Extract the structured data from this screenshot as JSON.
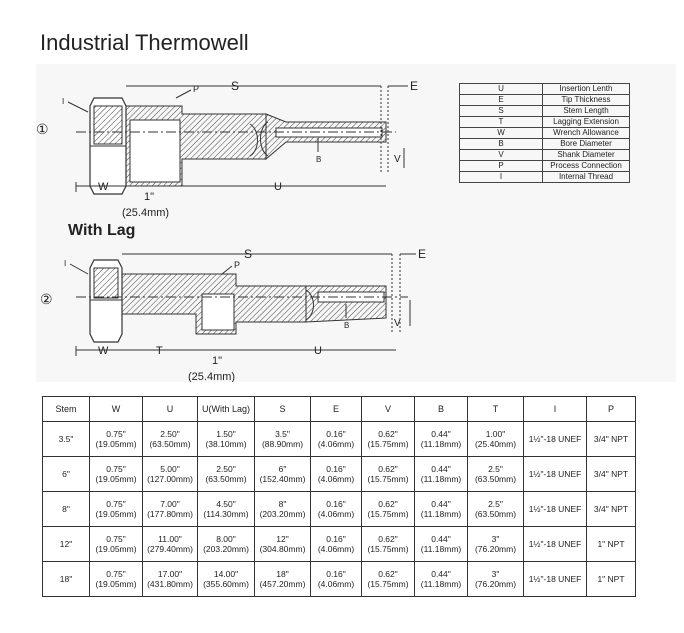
{
  "page": {
    "title": "Industrial Thermowell"
  },
  "diagram1": {
    "number": "①",
    "labels": {
      "S": "S",
      "E": "E",
      "P": "P",
      "I": "I",
      "B": "B",
      "V": "V",
      "W": "W",
      "U": "U"
    },
    "dim_inch": "1\"",
    "dim_mm": "(25.4mm)"
  },
  "diagram2": {
    "title": "With Lag",
    "number": "②",
    "labels": {
      "S": "S",
      "E": "E",
      "P": "P",
      "I": "I",
      "B": "B",
      "V": "V",
      "W": "W",
      "T": "T",
      "U": "U"
    },
    "dim_inch": "1\"",
    "dim_mm": "(25.4mm)"
  },
  "legend": [
    {
      "symbol": "U",
      "meaning": "Insertion Lenth"
    },
    {
      "symbol": "E",
      "meaning": "Tip Thickness"
    },
    {
      "symbol": "S",
      "meaning": "Stem Length"
    },
    {
      "symbol": "T",
      "meaning": "Lagging Extension"
    },
    {
      "symbol": "W",
      "meaning": "Wrench Allowance"
    },
    {
      "symbol": "B",
      "meaning": "Bore Diameter"
    },
    {
      "symbol": "V",
      "meaning": "Shank Diameter"
    },
    {
      "symbol": "P",
      "meaning": "Process Connection"
    },
    {
      "symbol": "I",
      "meaning": "Internal Thread"
    }
  ],
  "table": {
    "headers": [
      "Stem",
      "W",
      "U",
      "U(With Lag)",
      "S",
      "E",
      "V",
      "B",
      "T",
      "I",
      "P"
    ],
    "rows": [
      {
        "stem": "3.5\"",
        "w": [
          "0.75\"",
          "(19.05mm)"
        ],
        "u": [
          "2.50\"",
          "(63.50mm)"
        ],
        "ul": [
          "1.50\"",
          "(38.10mm)"
        ],
        "s": [
          "3.5\"",
          "(88.90mm)"
        ],
        "e": [
          "0.16\"",
          "(4.06mm)"
        ],
        "v": [
          "0.62\"",
          "(15.75mm)"
        ],
        "b": [
          "0.44\"",
          "(11.18mm)"
        ],
        "t": [
          "1.00\"",
          "(25.40mm)"
        ],
        "i": "1½\"-18 UNEF",
        "p": "3/4\" NPT"
      },
      {
        "stem": "6\"",
        "w": [
          "0.75\"",
          "(19.05mm)"
        ],
        "u": [
          "5.00\"",
          "(127.00mm)"
        ],
        "ul": [
          "2.50\"",
          "(63.50mm)"
        ],
        "s": [
          "6\"",
          "(152.40mm)"
        ],
        "e": [
          "0.16\"",
          "(4.06mm)"
        ],
        "v": [
          "0.62\"",
          "(15.75mm)"
        ],
        "b": [
          "0.44\"",
          "(11.18mm)"
        ],
        "t": [
          "2.5\"",
          "(63.50mm)"
        ],
        "i": "1½\"-18 UNEF",
        "p": "3/4\" NPT"
      },
      {
        "stem": "8\"",
        "w": [
          "0.75\"",
          "(19.05mm)"
        ],
        "u": [
          "7.00\"",
          "(177.80mm)"
        ],
        "ul": [
          "4.50\"",
          "(114.30mm)"
        ],
        "s": [
          "8\"",
          "(203.20mm)"
        ],
        "e": [
          "0.16\"",
          "(4.06mm)"
        ],
        "v": [
          "0.62\"",
          "(15.75mm)"
        ],
        "b": [
          "0.44\"",
          "(11.18mm)"
        ],
        "t": [
          "2.5\"",
          "(63.50mm)"
        ],
        "i": "1½\"-18 UNEF",
        "p": "3/4\" NPT"
      },
      {
        "stem": "12\"",
        "w": [
          "0.75\"",
          "(19.05mm)"
        ],
        "u": [
          "11.00\"",
          "(279.40mm)"
        ],
        "ul": [
          "8.00\"",
          "(203.20mm)"
        ],
        "s": [
          "12\"",
          "(304.80mm)"
        ],
        "e": [
          "0.16\"",
          "(4.06mm)"
        ],
        "v": [
          "0.62\"",
          "(15.75mm)"
        ],
        "b": [
          "0.44\"",
          "(11.18mm)"
        ],
        "t": [
          "3\"",
          "(76.20mm)"
        ],
        "i": "1½\"-18 UNEF",
        "p": "1\" NPT"
      },
      {
        "stem": "18\"",
        "w": [
          "0.75\"",
          "(19.05mm)"
        ],
        "u": [
          "17.00\"",
          "(431.80mm)"
        ],
        "ul": [
          "14.00\"",
          "(355.60mm)"
        ],
        "s": [
          "18\"",
          "(457.20mm)"
        ],
        "e": [
          "0.16\"",
          "(4.06mm)"
        ],
        "v": [
          "0.62\"",
          "(15.75mm)"
        ],
        "b": [
          "0.44\"",
          "(11.18mm)"
        ],
        "t": [
          "3\"",
          "(76.20mm)"
        ],
        "i": "1½\"-18 UNEF",
        "p": "1\" NPT"
      }
    ]
  }
}
